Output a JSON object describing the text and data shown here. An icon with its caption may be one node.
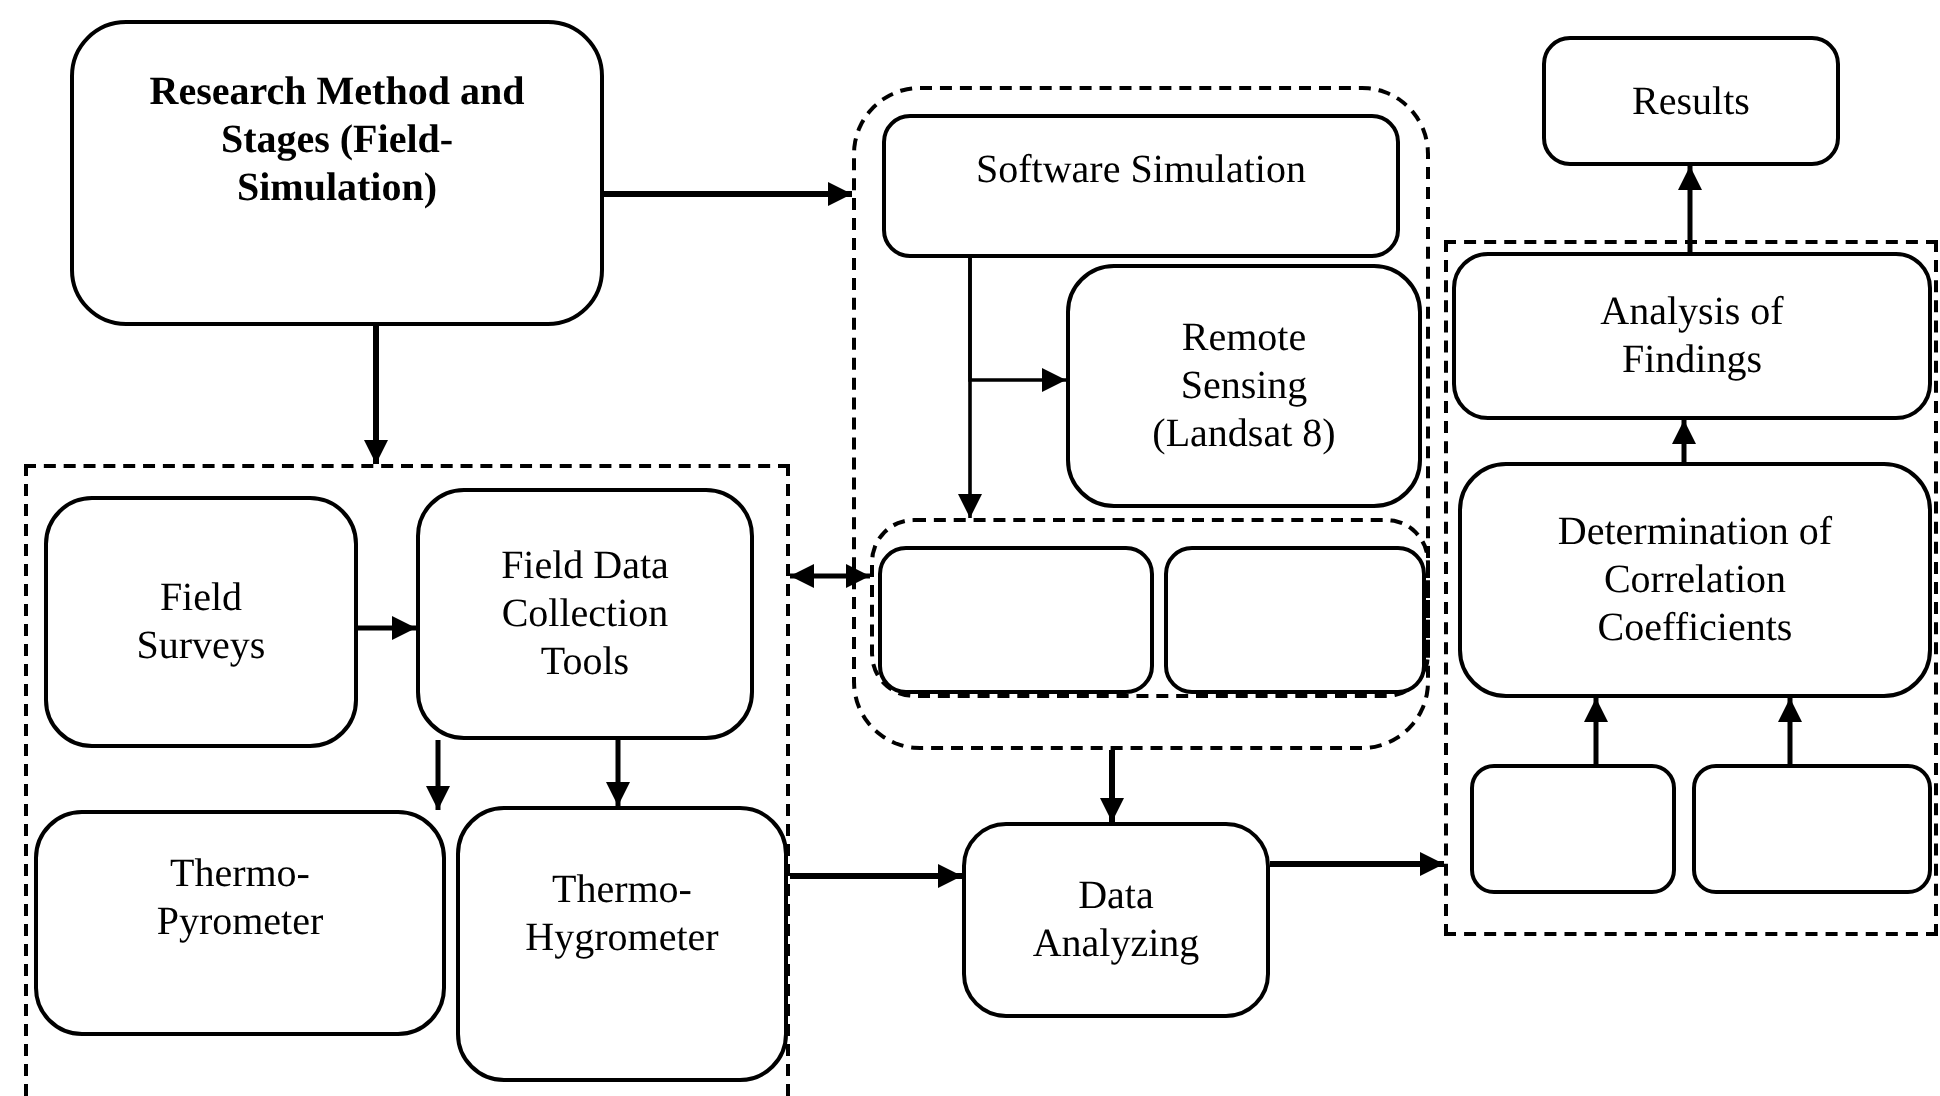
{
  "diagram": {
    "nodes": [
      {
        "text": [
          "Research Method and Stages (Field-Simulation)"
        ]
      },
      {
        "text": [],
        "shape": "box"
      },
      {
        "text": [
          "Field Surveys"
        ],
        "in": 1
      },
      {
        "text": [
          "Field Data Collection Tools"
        ],
        "in": 1
      },
      {
        "text": [
          "Thermo-Pyrometer"
        ],
        "in": 1
      },
      {
        "text": [
          "Thermo-Hygrometer"
        ],
        "in": 1
      },
      {
        "text": [],
        "shape": "box"
      },
      {
        "text": [
          "Software Simulation"
        ],
        "in": 6
      },
      {
        "text": [
          "Remote Sensing (Landsat 8)"
        ],
        "in": 6
      },
      {
        "text": [],
        "shape": "box",
        "in": 6
      },
      {
        "text": [],
        "shape": "box",
        "in": 9
      },
      {
        "text": [],
        "shape": "box",
        "in": 9
      },
      {
        "text": [
          "Data Analyzing"
        ]
      },
      {
        "text": [
          "Results"
        ]
      },
      {
        "text": [],
        "shape": "box"
      },
      {
        "text": [
          "Analysis of Findings"
        ],
        "in": 14
      },
      {
        "text": [
          "Determination of Correlation Coefficients"
        ],
        "in": 14
      },
      {
        "text": [],
        "shape": "box",
        "in": 14
      },
      {
        "text": [],
        "shape": "box",
        "in": 14
      }
    ],
    "edges": [
      {
        "from": 0,
        "to": 1,
        "arrow": "to"
      },
      {
        "from": 0,
        "to": 6,
        "arrow": "to"
      },
      {
        "from": 2,
        "to": 3,
        "arrow": "to"
      },
      {
        "from": 3,
        "to": 4,
        "arrow": "to"
      },
      {
        "from": 3,
        "to": 5,
        "arrow": "to"
      },
      {
        "from": 1,
        "to": 9,
        "arrow": "both"
      },
      {
        "from": 7,
        "to": 8,
        "arrow": "to"
      },
      {
        "from": 7,
        "to": 9,
        "arrow": "to"
      },
      {
        "from": 1,
        "to": 12,
        "arrow": "to"
      },
      {
        "from": 6,
        "to": 12,
        "arrow": "to"
      },
      {
        "from": 12,
        "to": 14,
        "arrow": "to"
      },
      {
        "from": 17,
        "to": 16,
        "arrow": "to"
      },
      {
        "from": 18,
        "to": 16,
        "arrow": "to"
      },
      {
        "from": 16,
        "to": 15,
        "arrow": "to"
      },
      {
        "from": 15,
        "to": 13,
        "arrow": "to"
      }
    ]
  }
}
